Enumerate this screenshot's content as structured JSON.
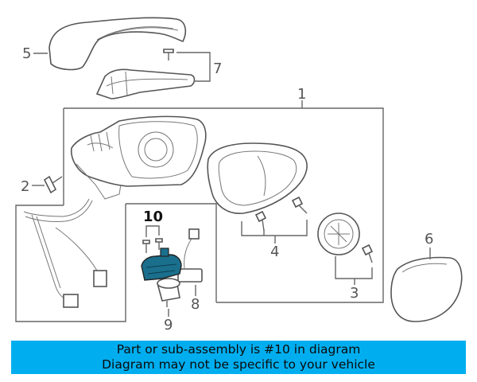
{
  "callouts": {
    "c1": "1",
    "c2": "2",
    "c3": "3",
    "c4": "4",
    "c5": "5",
    "c6": "6",
    "c7": "7",
    "c8": "8",
    "c9": "9",
    "c10": "10"
  },
  "highlight_color": "#1a6f8c",
  "banner": {
    "line1": "Part or sub-assembly is #10 in diagram",
    "line2": "Diagram may not be specific to your vehicle",
    "color": "#00aeef"
  }
}
